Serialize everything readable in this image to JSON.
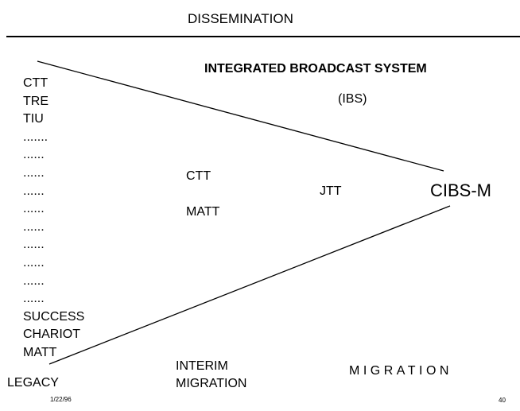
{
  "header": {
    "title": "DISSEMINATION"
  },
  "ibs": {
    "title": "INTEGRATED BROADCAST SYSTEM",
    "abbr": "(IBS)"
  },
  "legacy_systems": [
    "CTT",
    "TRE",
    "TIU",
    ".......",
    "......",
    "......",
    "......",
    "......",
    "......",
    "......",
    "......",
    "......",
    "......",
    "SUCCESS",
    "CHARIOT",
    "MATT"
  ],
  "interim_systems": {
    "ctt": "CTT",
    "matt": "MATT"
  },
  "jtt": "JTT",
  "target": "CIBS-M",
  "phases": {
    "legacy": "LEGACY",
    "interim": "INTERIM\nMIGRATION",
    "migration": "MIGRATION"
  },
  "footer": {
    "date": "1/22/96",
    "page": "40"
  }
}
